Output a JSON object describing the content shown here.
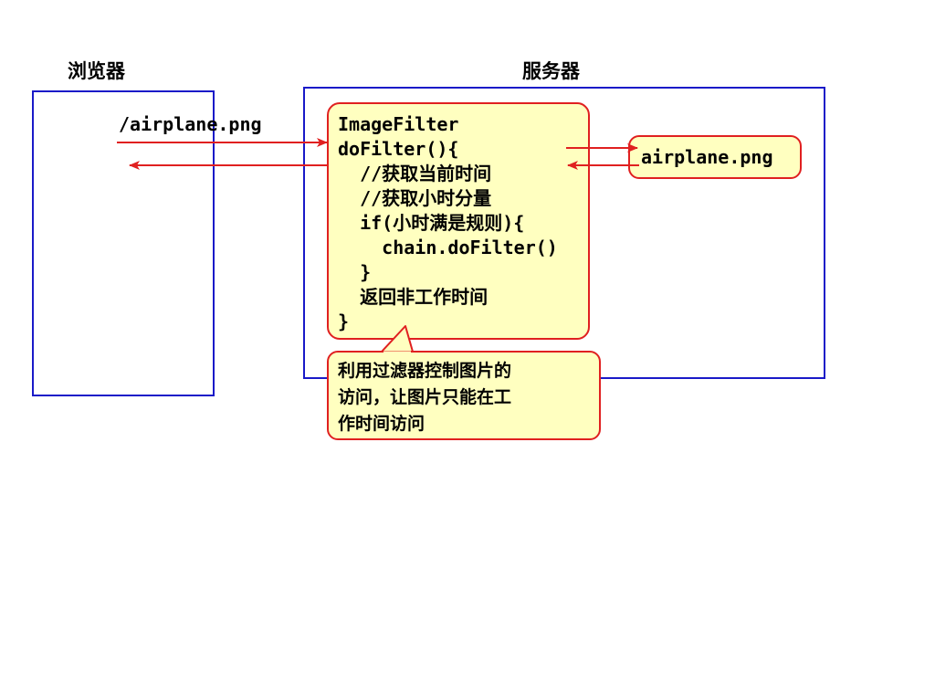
{
  "browser": {
    "label": "浏览器"
  },
  "server": {
    "label": "服务器"
  },
  "request": {
    "path": "/airplane.png"
  },
  "filter_code": {
    "lines": [
      "ImageFilter",
      "doFilter(){",
      "  //获取当前时间",
      "  //获取小时分量",
      "  if(小时满是规则){",
      "    chain.doFilter()",
      "  }",
      "  返回非工作时间",
      "}"
    ]
  },
  "resource": {
    "name": "airplane.png"
  },
  "callout": {
    "lines": [
      "利用过滤器控制图片的",
      "访问，让图片只能在工",
      "作时间访问"
    ]
  },
  "colors": {
    "container_border": "#1a1ac8",
    "arrow": "#e02020",
    "note_fill": "#ffffc0"
  }
}
